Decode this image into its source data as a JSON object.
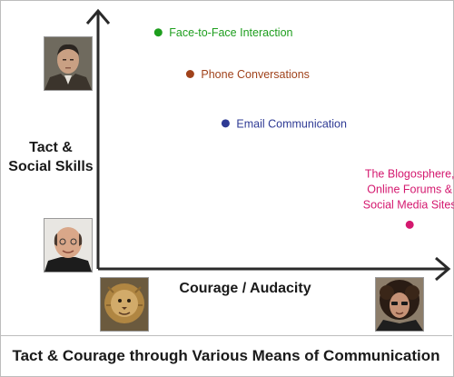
{
  "caption": "Tact & Courage through Various Means of Communication",
  "colors": {
    "face": "#1e9e1e",
    "phone": "#a0421b",
    "email": "#2e3a94",
    "blog": "#d4196f",
    "axis": "#2a2a2a"
  },
  "chart_data": {
    "type": "scatter",
    "title": "",
    "xlabel": "Courage / Audacity",
    "ylabel": "Tact &\nSocial Skills",
    "xlim": [
      0,
      100
    ],
    "ylim": [
      0,
      100
    ],
    "grid": false,
    "legend": "none",
    "points": [
      {
        "label": "Face-to-Face Interaction",
        "x": 17,
        "y": 91,
        "color": "#1e9e1e",
        "label_side": "right"
      },
      {
        "label": "Phone Conversations",
        "x": 26,
        "y": 75,
        "color": "#a0421b",
        "label_side": "right"
      },
      {
        "label": "Email Communication",
        "x": 36,
        "y": 56,
        "color": "#2e3a94",
        "label_side": "right"
      },
      {
        "label": "The Blogosphere,\nOnline Forums &\nSocial Media Sites",
        "x": 88,
        "y": 17,
        "color": "#d4196f",
        "label_side": "above"
      }
    ]
  },
  "photos": {
    "top_left": "man-in-suit-photo",
    "bottom_left": "bald-man-photo",
    "bottom_x_left": "lion-costume-photo",
    "bottom_x_right": "curly-haired-man-photo"
  }
}
